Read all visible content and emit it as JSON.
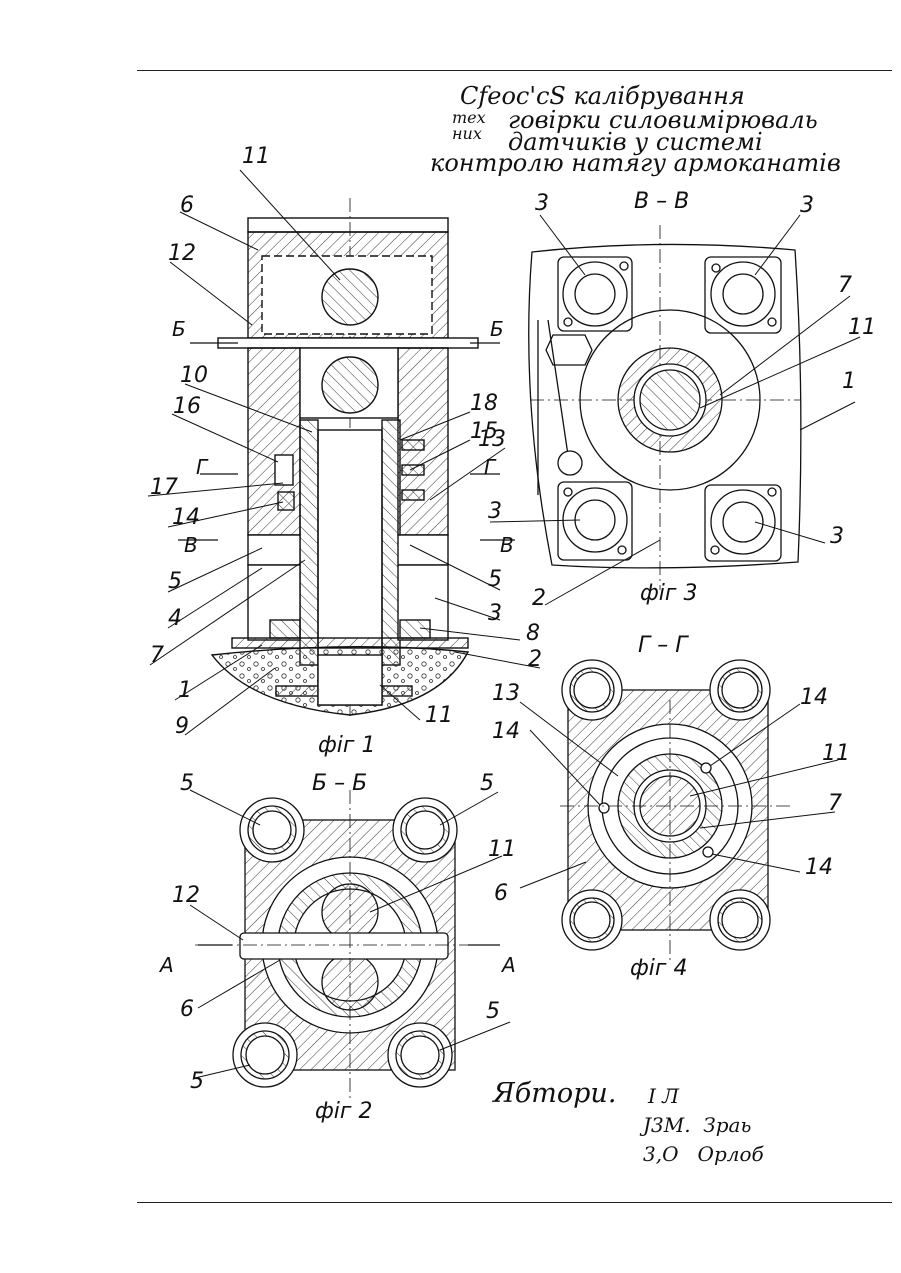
{
  "title": {
    "line1": "Cfeoc'cS калібрування",
    "line2": "говірки силовимірюваль",
    "line3": "датчиків у системі",
    "line4": "контролю натягу армоканатів",
    "small1": "тех",
    "small2": "них"
  },
  "section_labels": {
    "bb_top": "В – В",
    "g_g": "Г – Г",
    "b_b": "Б – Б"
  },
  "section_marks": {
    "b_left": "Б",
    "b_right": "Б",
    "g_left": "Г",
    "g_right": "Г",
    "v_left": "В",
    "v_right": "В",
    "a_left": "А",
    "a_right": "А"
  },
  "figure_captions": {
    "fig1": "фіг 1",
    "fig2": "фіг 2",
    "fig3": "фіг 3",
    "fig4": "фіг 4"
  },
  "fig1_callouts": [
    "11",
    "6",
    "12",
    "10",
    "16",
    "17",
    "14",
    "5",
    "4",
    "7",
    "1",
    "9",
    "18",
    "15",
    "13",
    "5",
    "3",
    "8",
    "2",
    "11"
  ],
  "fig3_callouts": [
    "3",
    "3",
    "7",
    "11",
    "1",
    "3",
    "3",
    "2"
  ],
  "fig4_callouts": [
    "13",
    "14",
    "14",
    "11",
    "7",
    "6",
    "14"
  ],
  "fig2_callouts": [
    "5",
    "5",
    "11",
    "12",
    "6",
    "5",
    "5"
  ],
  "authors": {
    "label": "Ябтори.",
    "names": [
      "I Л",
      "J3M.  Зраь",
      "3,O   Орлоб"
    ]
  }
}
